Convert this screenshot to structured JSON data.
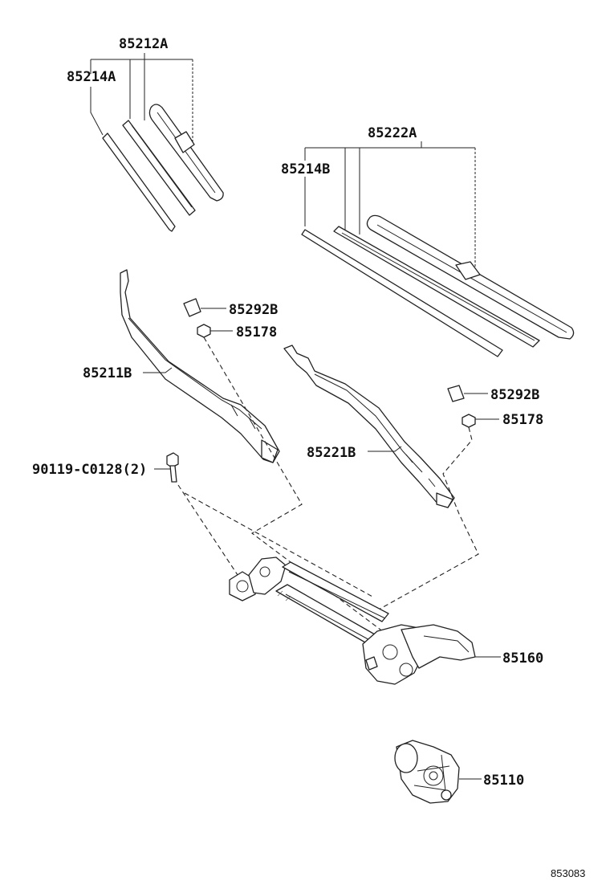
{
  "diagram": {
    "type": "exploded parts diagram",
    "subject": "windshield wiper assembly",
    "figure_number": "853083",
    "callouts": [
      {
        "id": "c-85212A",
        "text": "85212A"
      },
      {
        "id": "c-85214A",
        "text": "85214A"
      },
      {
        "id": "c-85222A",
        "text": "85222A"
      },
      {
        "id": "c-85214B",
        "text": "85214B"
      },
      {
        "id": "c-85292B-left",
        "text": "85292B"
      },
      {
        "id": "c-85178-left",
        "text": "85178"
      },
      {
        "id": "c-85211B",
        "text": "85211B"
      },
      {
        "id": "c-85292B-right",
        "text": "85292B"
      },
      {
        "id": "c-85178-right",
        "text": "85178"
      },
      {
        "id": "c-85221B",
        "text": "85221B"
      },
      {
        "id": "c-90119",
        "text": "90119-C0128(2)"
      },
      {
        "id": "c-85160",
        "text": "85160"
      },
      {
        "id": "c-85110",
        "text": "85110"
      }
    ]
  }
}
